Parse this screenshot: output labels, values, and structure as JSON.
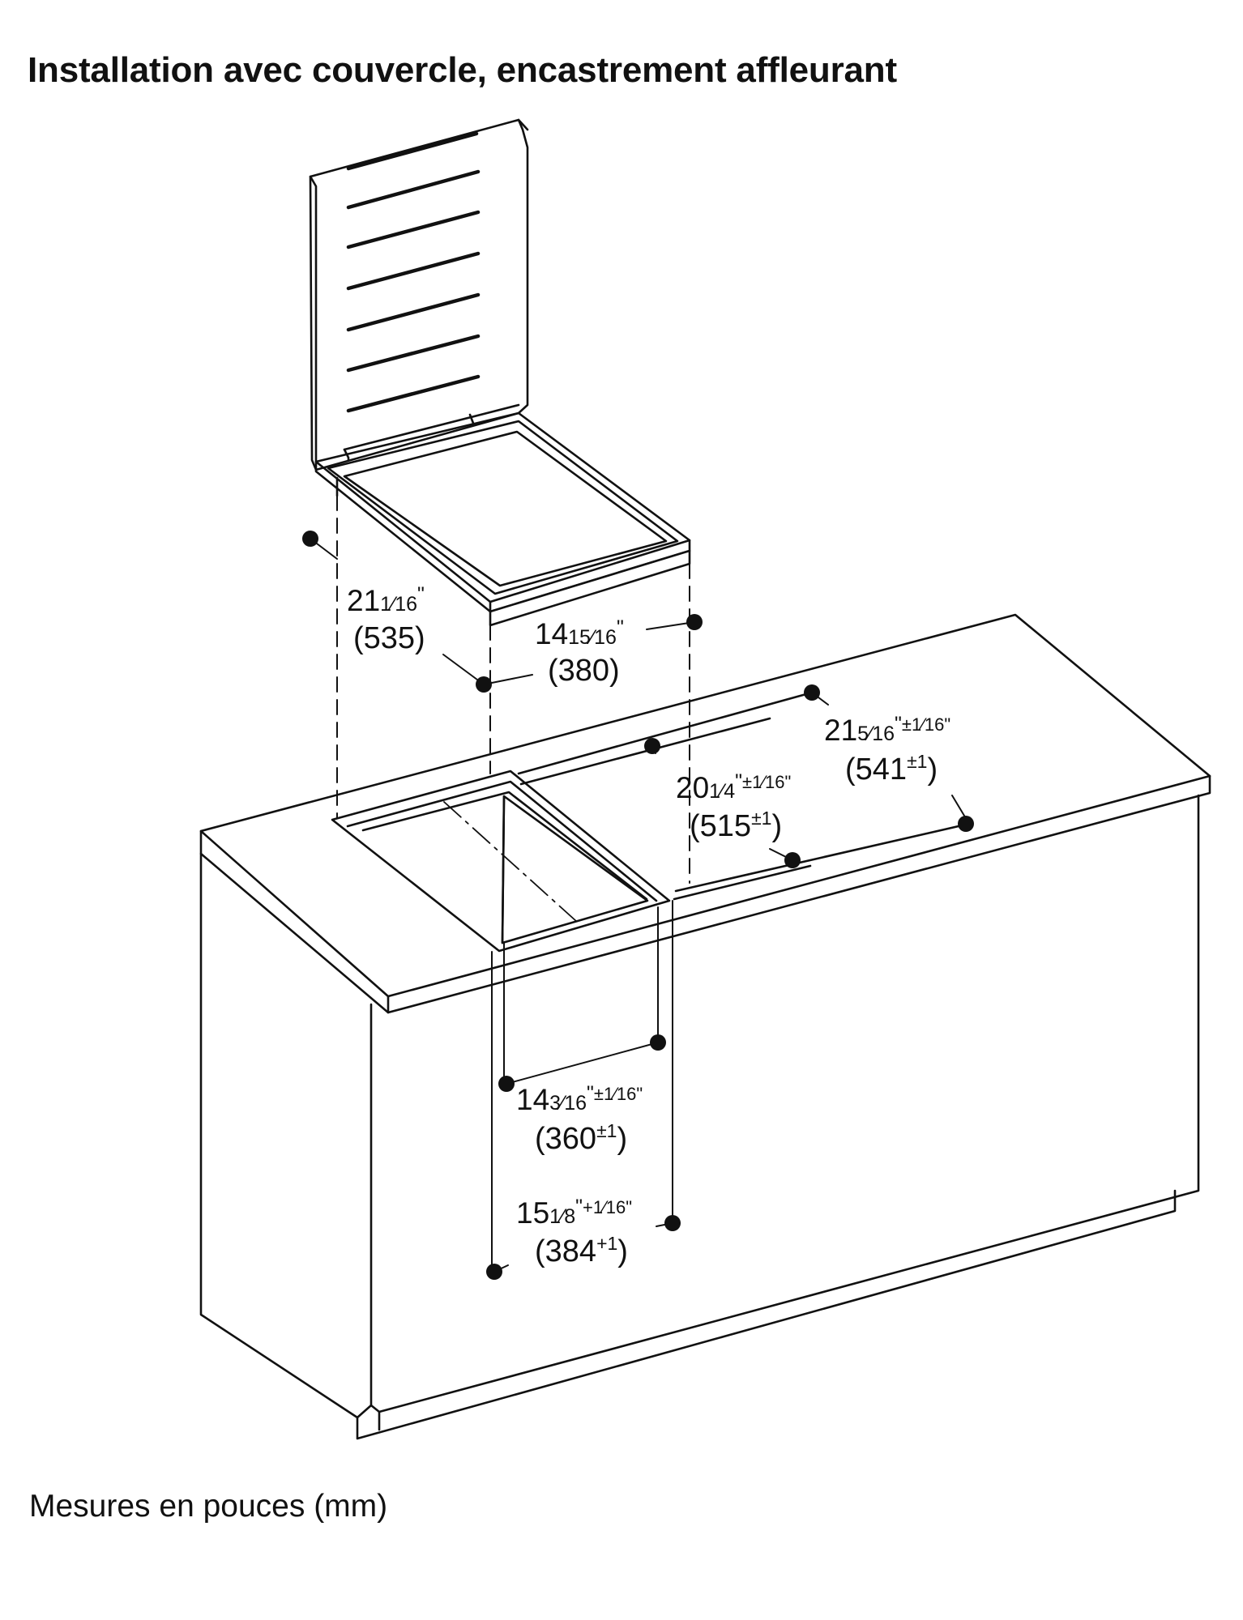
{
  "title": "Installation avec couvercle, encastrement affleurant",
  "footnote": "Mesures en pouces (mm)",
  "colors": {
    "line": "#111111",
    "background": "#ffffff"
  },
  "dimensions": {
    "unit_depth": {
      "inch_whole": "21",
      "inch_frac": "1⁄16",
      "inch_mark": "\"",
      "mm": "(535)"
    },
    "unit_width": {
      "inch_whole": "14",
      "inch_frac": "15⁄16",
      "inch_mark": "\"",
      "mm": "(380)"
    },
    "cutout_outer_depth": {
      "inch_whole": "21",
      "inch_frac": "5⁄16",
      "inch_mark": "\"",
      "tol": "±1⁄16\"",
      "mm_open": "(541",
      "mm_tol": "±1",
      "mm_close": ")"
    },
    "cutout_inner_depth": {
      "inch_whole": "20",
      "inch_frac": "1⁄4",
      "inch_mark": "\"",
      "tol": "±1⁄16\"",
      "mm_open": "(515",
      "mm_tol": "±1",
      "mm_close": ")"
    },
    "cutout_inner_width": {
      "inch_whole": "14",
      "inch_frac": "3⁄16",
      "inch_mark": "\"",
      "tol": "±1⁄16\"",
      "mm_open": "(360",
      "mm_tol": "±1",
      "mm_close": ")"
    },
    "cutout_outer_width": {
      "inch_whole": "15",
      "inch_frac": "1⁄8",
      "inch_mark": "\"",
      "tol": "+1⁄16\"",
      "mm_open": "(384",
      "mm_tol": "+1",
      "mm_close": ")"
    }
  }
}
